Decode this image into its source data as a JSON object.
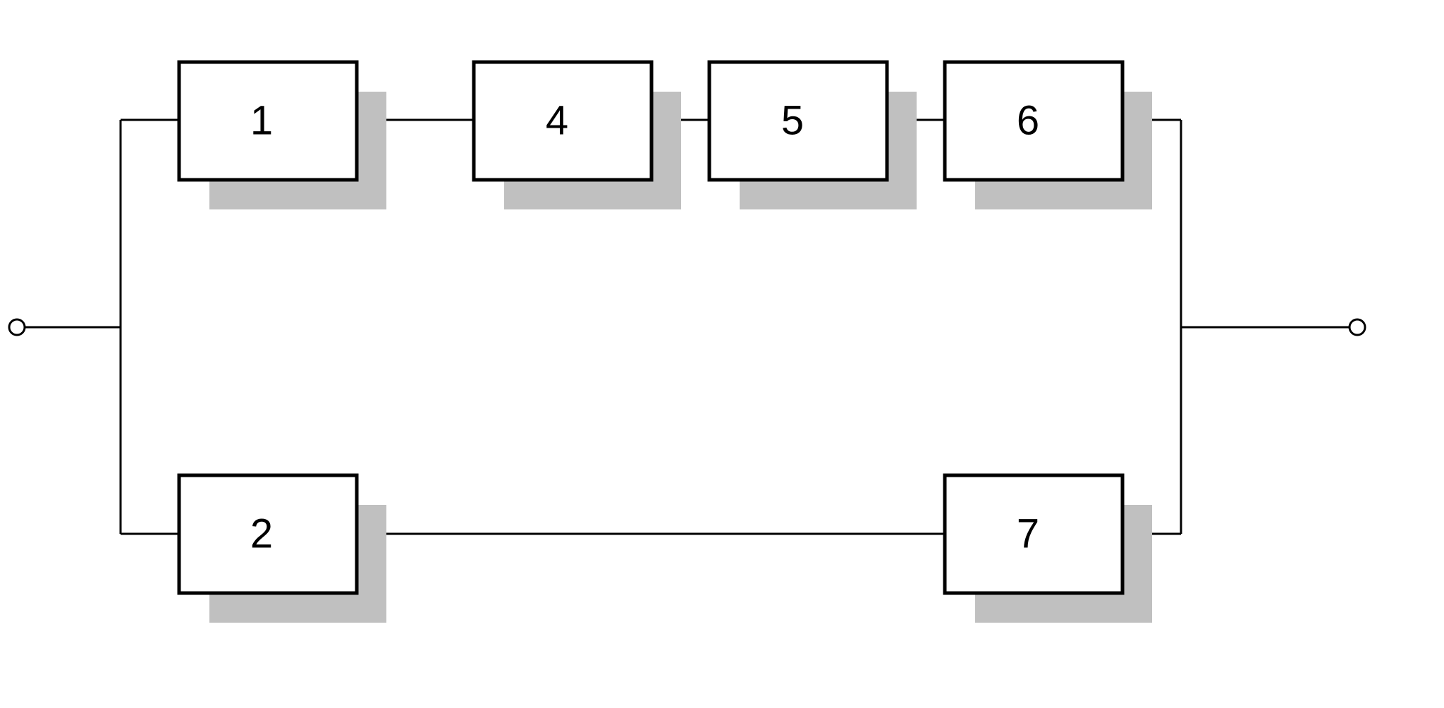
{
  "blocks": [
    {
      "id": "1",
      "label": "1"
    },
    {
      "id": "4",
      "label": "4"
    },
    {
      "id": "5",
      "label": "5"
    },
    {
      "id": "6",
      "label": "6"
    },
    {
      "id": "2",
      "label": "2"
    },
    {
      "id": "7",
      "label": "7"
    }
  ],
  "colors": {
    "line": "#000000",
    "box_fill": "#ffffff",
    "shadow": "#c0c0c0"
  }
}
